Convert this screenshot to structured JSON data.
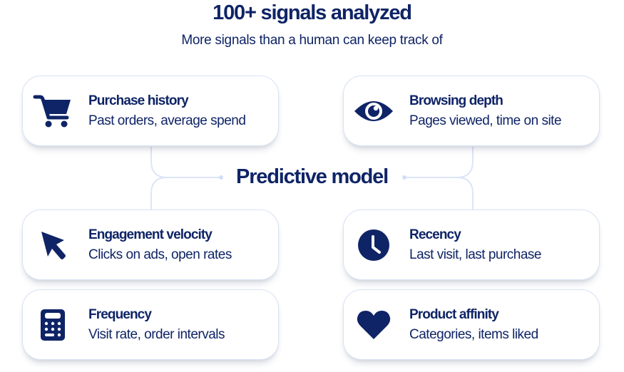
{
  "header": {
    "title": "100+ signals analyzed",
    "subtitle": "More signals than a human can keep track of"
  },
  "center": {
    "label": "Predictive model"
  },
  "colors": {
    "primary": "#0f2466",
    "connector": "#dde5f9",
    "card_border": "#d9e2f8"
  },
  "cards": [
    {
      "title": "Purchase history",
      "description": "Past orders, average spend",
      "icon": "shopping-cart-icon"
    },
    {
      "title": "Browsing depth",
      "description": "Pages viewed, time on site",
      "icon": "eye-icon"
    },
    {
      "title": "Engagement velocity",
      "description": "Clicks on ads, open rates",
      "icon": "cursor-arrow-icon"
    },
    {
      "title": "Recency",
      "description": "Last visit, last purchase",
      "icon": "clock-icon"
    },
    {
      "title": "Frequency",
      "description": "Visit rate, order intervals",
      "icon": "calculator-icon"
    },
    {
      "title": "Product affinity",
      "description": "Categories, items liked",
      "icon": "heart-icon"
    }
  ]
}
